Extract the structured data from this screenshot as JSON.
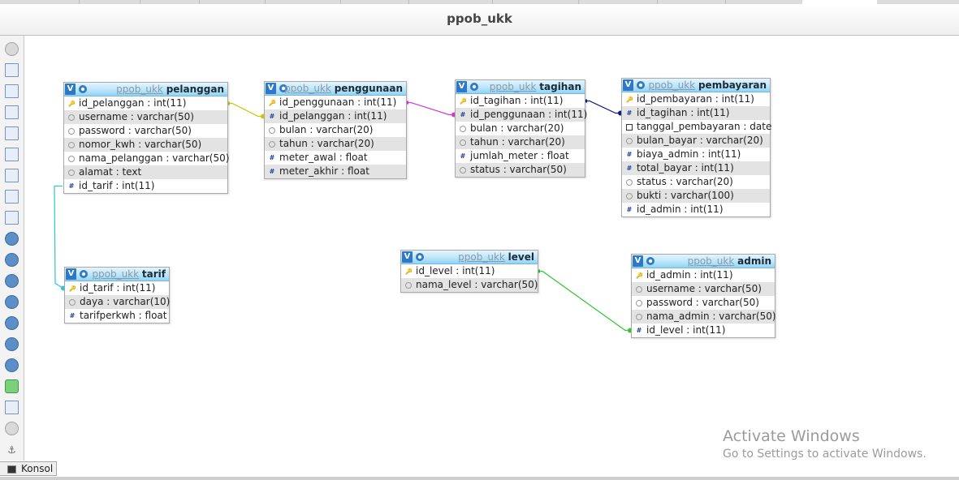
{
  "app": {
    "title": "ppob_ukk"
  },
  "toolbar": {
    "tools": [
      "toggle-icon",
      "fullscreen-icon",
      "add-page-icon",
      "edit-pages-icon",
      "save-icon",
      "save-as-icon",
      "delete-page-icon",
      "export-icon",
      "relation-icon",
      "toggle-small-big-icon",
      "toggle-relation-lines-icon",
      "help-icon",
      "angular-links-icon",
      "snap-to-grid-icon",
      "toggle-all-icon",
      "toggle-selection-icon",
      "toggle-column-icon",
      "build-query-icon",
      "move-menu-icon",
      "pin-text-icon"
    ]
  },
  "tables": [
    {
      "id": "pelanggan",
      "db": "ppob_ukk",
      "name": "pelanggan",
      "columns": [
        {
          "text": "id_pelanggan : int(11)",
          "icon": "key"
        },
        {
          "text": "username : varchar(50)",
          "icon": "txt"
        },
        {
          "text": "password : varchar(50)",
          "icon": "txt"
        },
        {
          "text": "nomor_kwh : varchar(50)",
          "icon": "txt"
        },
        {
          "text": "nama_pelanggan : varchar(50)",
          "icon": "txt"
        },
        {
          "text": "alamat : text",
          "icon": "txt"
        },
        {
          "text": "id_tarif : int(11)",
          "icon": "num"
        }
      ]
    },
    {
      "id": "penggunaan",
      "db": "ppob_ukk",
      "name": "penggunaan",
      "columns": [
        {
          "text": "id_penggunaan : int(11)",
          "icon": "key"
        },
        {
          "text": "id_pelanggan : int(11)",
          "icon": "num"
        },
        {
          "text": "bulan : varchar(20)",
          "icon": "txt"
        },
        {
          "text": "tahun : varchar(20)",
          "icon": "txt"
        },
        {
          "text": "meter_awal : float",
          "icon": "num"
        },
        {
          "text": "meter_akhir : float",
          "icon": "num"
        }
      ]
    },
    {
      "id": "tagihan",
      "db": "ppob_ukk",
      "name": "tagihan",
      "columns": [
        {
          "text": "id_tagihan : int(11)",
          "icon": "key"
        },
        {
          "text": "id_penggunaan : int(11)",
          "icon": "num"
        },
        {
          "text": "bulan : varchar(20)",
          "icon": "txt"
        },
        {
          "text": "tahun : varchar(20)",
          "icon": "txt"
        },
        {
          "text": "jumlah_meter : float",
          "icon": "num"
        },
        {
          "text": "status : varchar(50)",
          "icon": "txt"
        }
      ]
    },
    {
      "id": "pembayaran",
      "db": "ppob_ukk",
      "name": "pembayaran",
      "columns": [
        {
          "text": "id_pembayaran : int(11)",
          "icon": "key"
        },
        {
          "text": "id_tagihan : int(11)",
          "icon": "num"
        },
        {
          "text": "tanggal_pembayaran : date",
          "icon": "dt"
        },
        {
          "text": "bulan_bayar : varchar(20)",
          "icon": "txt"
        },
        {
          "text": "biaya_admin : int(11)",
          "icon": "num"
        },
        {
          "text": "total_bayar : int(11)",
          "icon": "num"
        },
        {
          "text": "status : varchar(20)",
          "icon": "txt"
        },
        {
          "text": "bukti : varchar(100)",
          "icon": "txt"
        },
        {
          "text": "id_admin : int(11)",
          "icon": "num"
        }
      ]
    },
    {
      "id": "tarif",
      "db": "ppob_ukk",
      "name": "tarif",
      "columns": [
        {
          "text": "id_tarif : int(11)",
          "icon": "key"
        },
        {
          "text": "daya : varchar(10)",
          "icon": "txt"
        },
        {
          "text": "tarifperkwh : float",
          "icon": "num"
        }
      ]
    },
    {
      "id": "level",
      "db": "ppob_ukk",
      "name": "level",
      "columns": [
        {
          "text": "id_level : int(11)",
          "icon": "key"
        },
        {
          "text": "nama_level : varchar(50)",
          "icon": "txt"
        }
      ]
    },
    {
      "id": "admin",
      "db": "ppob_ukk",
      "name": "admin",
      "columns": [
        {
          "text": "id_admin : int(11)",
          "icon": "key"
        },
        {
          "text": "username : varchar(50)",
          "icon": "txt"
        },
        {
          "text": "password : varchar(50)",
          "icon": "txt"
        },
        {
          "text": "nama_admin : varchar(50)",
          "icon": "txt"
        },
        {
          "text": "id_level : int(11)",
          "icon": "num"
        }
      ]
    }
  ],
  "relations": [
    {
      "from": "pelanggan",
      "to": "penggunaan",
      "color": "#c8c800"
    },
    {
      "from": "penggunaan",
      "to": "tagihan",
      "color": "#d03cd0"
    },
    {
      "from": "tagihan",
      "to": "pembayaran",
      "color": "#0a1a8a"
    },
    {
      "from": "pelanggan",
      "to": "tarif",
      "color": "#2fc7c7"
    },
    {
      "from": "level",
      "to": "admin",
      "color": "#2ec82e"
    }
  ],
  "console": {
    "label": "Konsol"
  },
  "watermark": {
    "line1": "Activate Windows",
    "line2": "Go to Settings to activate Windows."
  }
}
